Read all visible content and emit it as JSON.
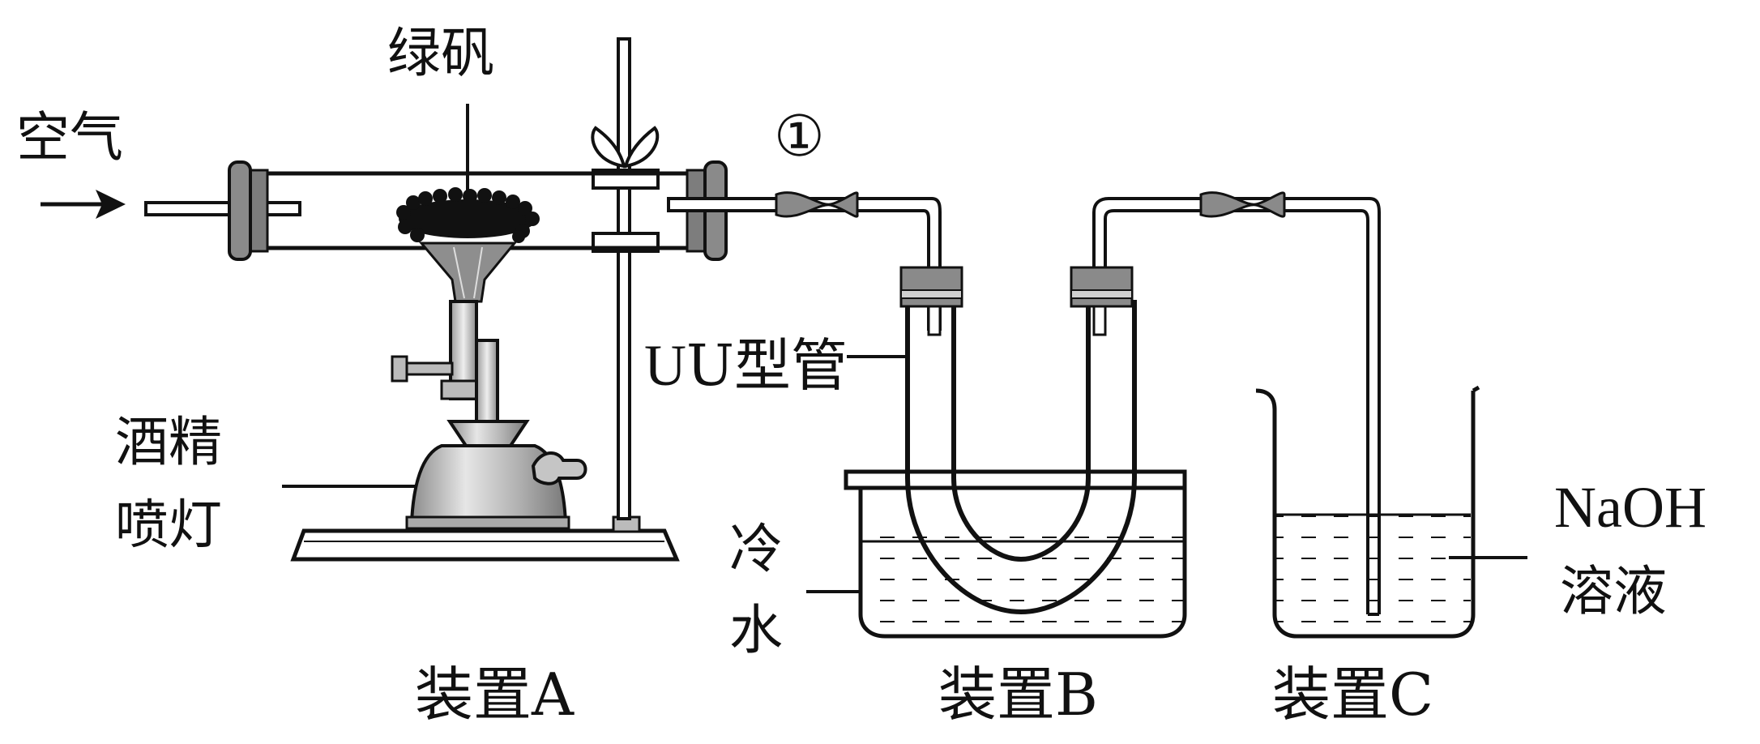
{
  "labels": {
    "air": "空气",
    "green_vitriol": "绿矾",
    "marker_1": "①",
    "u_tube": "U型管",
    "lamp_line1": "酒精",
    "lamp_line2": "喷灯",
    "cold_line1": "冷",
    "cold_line2": "水",
    "naoh_line1": "NaOH",
    "naoh_line2": "溶液",
    "device_a": "装置A",
    "device_b": "装置B",
    "device_c": "装置C"
  },
  "colors": {
    "ink": "#111111",
    "stopper": "#7d7d7d",
    "metal": "#b5b5b5",
    "tube_hose": "#8a8a8a"
  }
}
